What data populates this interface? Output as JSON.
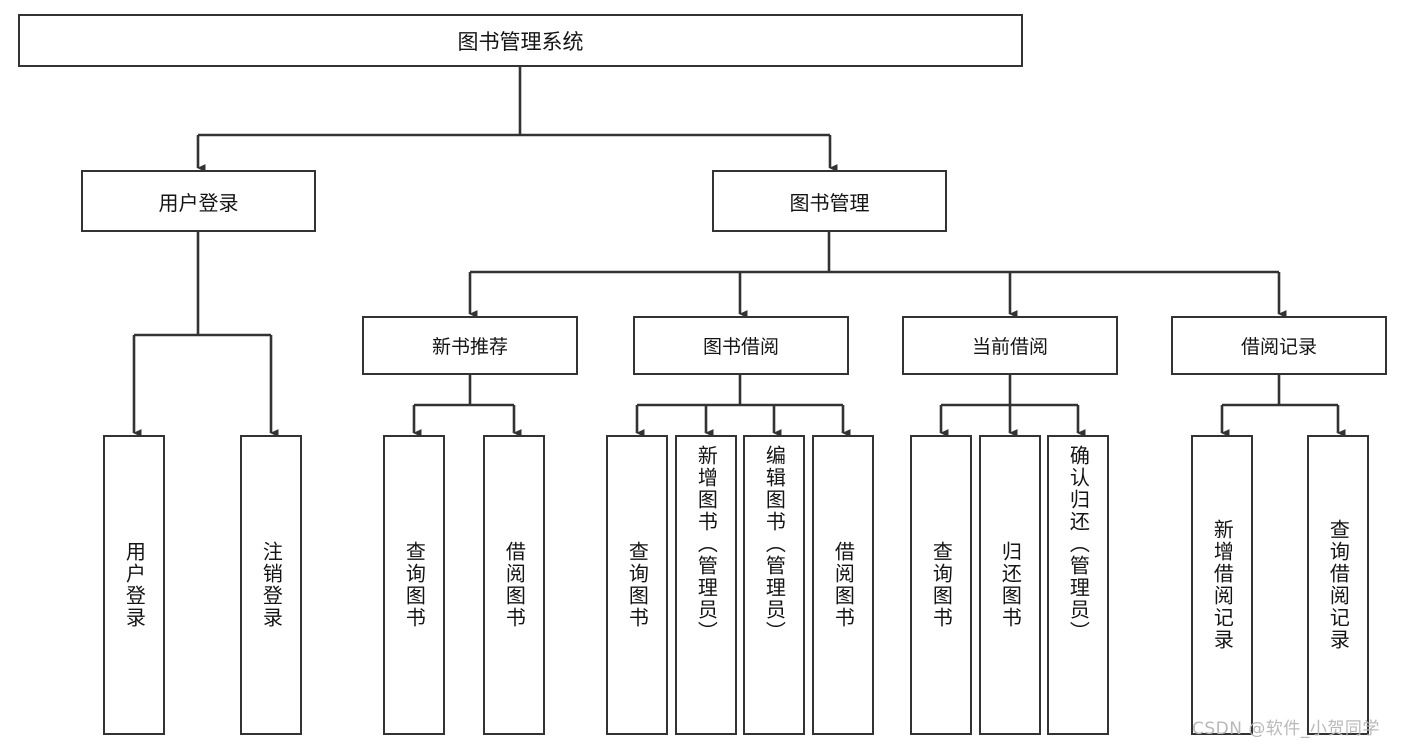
{
  "diagram": {
    "title": "图书管理系统",
    "type": "tree-hierarchy-chart",
    "accent_stroke": "#333333",
    "background": "#ffffff",
    "root": {
      "id": "root",
      "label": "图书管理系统"
    },
    "level2": [
      {
        "id": "user-login",
        "label": "用户登录"
      },
      {
        "id": "book-management",
        "label": "图书管理"
      }
    ],
    "level3": [
      {
        "id": "new-book-recommend",
        "label": "新书推荐",
        "parent": "book-management"
      },
      {
        "id": "book-borrow",
        "label": "图书借阅",
        "parent": "book-management"
      },
      {
        "id": "current-borrow",
        "label": "当前借阅",
        "parent": "book-management"
      },
      {
        "id": "borrow-record",
        "label": "借阅记录",
        "parent": "book-management"
      }
    ],
    "leaves": {
      "user_login": [
        {
          "id": "leaf-user-login",
          "label": "用户登录"
        },
        {
          "id": "leaf-user-logout",
          "label": "注销登录"
        }
      ],
      "new_book_recommend": [
        {
          "id": "leaf-query-book-1",
          "label": "查询图书"
        },
        {
          "id": "leaf-borrow-book-1",
          "label": "借阅图书"
        }
      ],
      "book_borrow": [
        {
          "id": "leaf-query-book-2",
          "label": "查询图书"
        },
        {
          "id": "leaf-add-book",
          "label": "新增图书（管理员）"
        },
        {
          "id": "leaf-edit-book",
          "label": "编辑图书（管理员）"
        },
        {
          "id": "leaf-borrow-book-2",
          "label": "借阅图书"
        }
      ],
      "current_borrow": [
        {
          "id": "leaf-query-book-3",
          "label": "查询图书"
        },
        {
          "id": "leaf-return-book",
          "label": "归还图书"
        },
        {
          "id": "leaf-confirm-return",
          "label": "确认归还（管理员）"
        }
      ],
      "borrow_record": [
        {
          "id": "leaf-add-record",
          "label": "新增借阅记录"
        },
        {
          "id": "leaf-query-record",
          "label": "查询借阅记录"
        }
      ]
    }
  },
  "watermark": {
    "text": "CSDN @软件_小贺同学"
  }
}
